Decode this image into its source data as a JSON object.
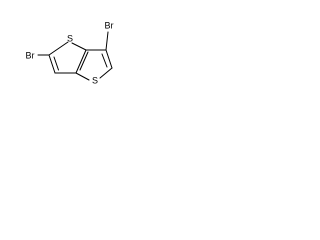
{
  "molecule": {
    "atoms": {
      "br_left": "Br",
      "br_right": "Br",
      "s_upper": "S",
      "s_lower": "S"
    }
  },
  "colors": {
    "background": "#ffffff",
    "ink": "#000000"
  }
}
